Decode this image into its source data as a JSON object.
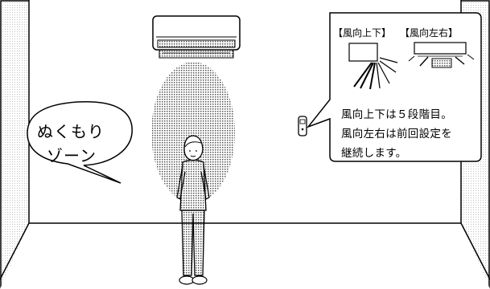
{
  "colors": {
    "line": "#000000",
    "background": "#ffffff",
    "dither": "#555555",
    "wall_tone": "#d8d8d8"
  },
  "speech_bubble": {
    "line1": "ぬくもり",
    "line2": "ゾーン"
  },
  "info_box": {
    "label_vertical": "【風向上下】",
    "label_horizontal": "【風向左右】",
    "line1": "風向上下は５段階目。",
    "line2": "風向左右は前回設定を",
    "line3": "継続します。"
  },
  "icons": [
    "air-conditioner-icon",
    "remote-control-icon",
    "person-icon",
    "warm-zone-area"
  ]
}
